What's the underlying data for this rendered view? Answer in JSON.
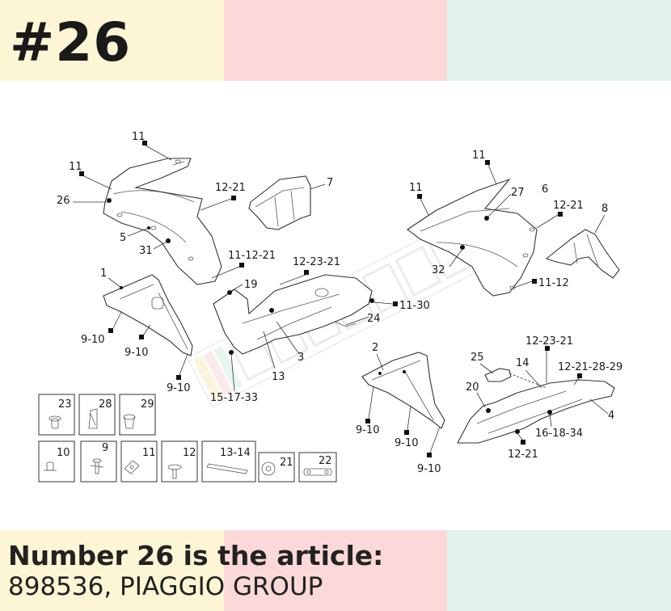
{
  "header": {
    "title": "#26"
  },
  "colors": {
    "band_yellow": "#fdf6d5",
    "band_pink": "#fcd9d9",
    "band_mint": "#e2f3ec"
  },
  "callouts": {
    "fairing_left": [
      "11",
      "11",
      "26",
      "5",
      "31",
      "12-21",
      "11-12-21"
    ],
    "duct": [
      "7"
    ],
    "side_left": [
      "1",
      "9-10",
      "9-10",
      "9-10"
    ],
    "belly": [
      "19",
      "12-23-21",
      "11-30",
      "24",
      "3",
      "13",
      "15-17-33"
    ],
    "fairing_right": [
      "11",
      "11",
      "27",
      "6",
      "12-21",
      "32",
      "11-12"
    ],
    "bracket": [
      "8"
    ],
    "side_right": [
      "2",
      "9-10",
      "9-10",
      "9-10"
    ],
    "lower_right": [
      "12-23-21",
      "25",
      "14",
      "12-21-28-29",
      "20",
      "4",
      "16-18-34",
      "12-21"
    ]
  },
  "hardware": [
    {
      "label": "23",
      "icon": "rivet-icon"
    },
    {
      "label": "28",
      "icon": "clip-icon"
    },
    {
      "label": "29",
      "icon": "grommet-icon"
    },
    {
      "label": "10",
      "icon": "bush-icon"
    },
    {
      "label": "9",
      "icon": "screw-icon"
    },
    {
      "label": "11",
      "icon": "nut-clip-icon"
    },
    {
      "label": "12",
      "icon": "bolt-icon"
    },
    {
      "label": "13-14",
      "icon": "strip-icon"
    },
    {
      "label": "21",
      "icon": "washer-icon"
    },
    {
      "label": "22",
      "icon": "plate-icon"
    }
  ],
  "article": {
    "line1": "Number 26 is the article:",
    "line2": "898536, PIAGGIO GROUP"
  }
}
